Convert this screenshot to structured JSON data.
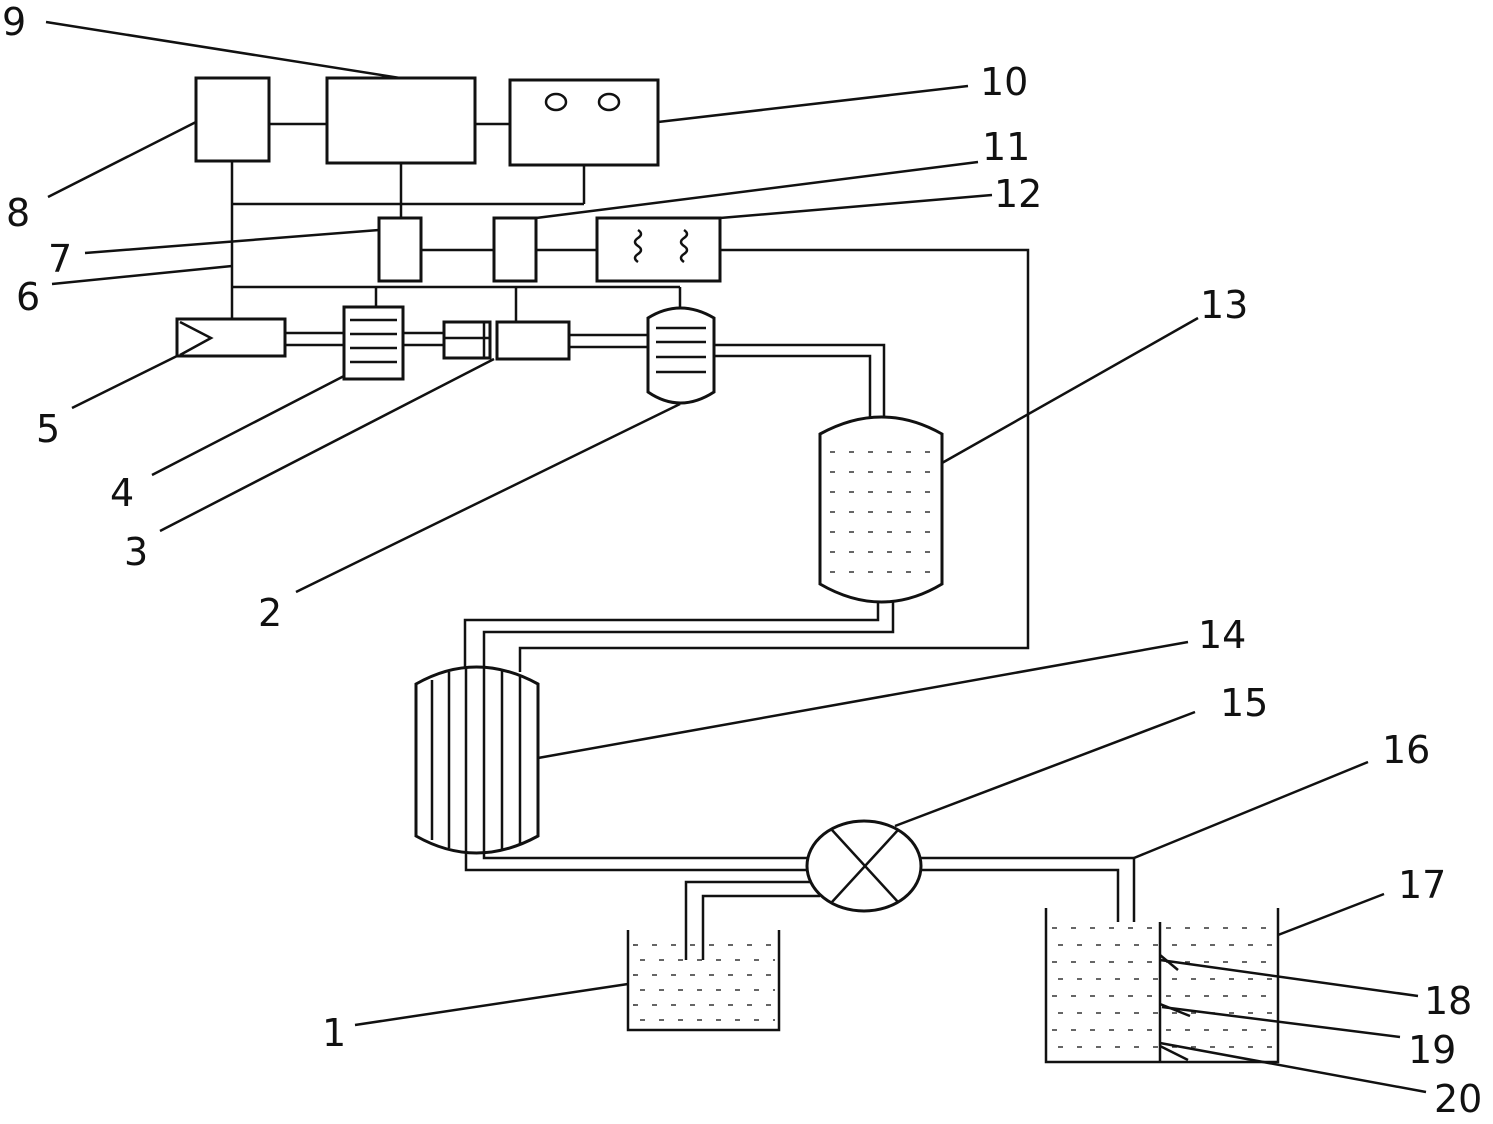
{
  "diagram": {
    "labels": {
      "c1": "1",
      "c2": "2",
      "c3": "3",
      "c4": "4",
      "c5": "5",
      "c6": "6",
      "c7": "7",
      "c8": "8",
      "c9": "9",
      "c10": "10",
      "c11": "11",
      "c12": "12",
      "c13": "13",
      "c14": "14",
      "c15": "15",
      "c16": "16",
      "c17": "17",
      "c18": "18",
      "c19": "19",
      "c20": "20"
    }
  }
}
